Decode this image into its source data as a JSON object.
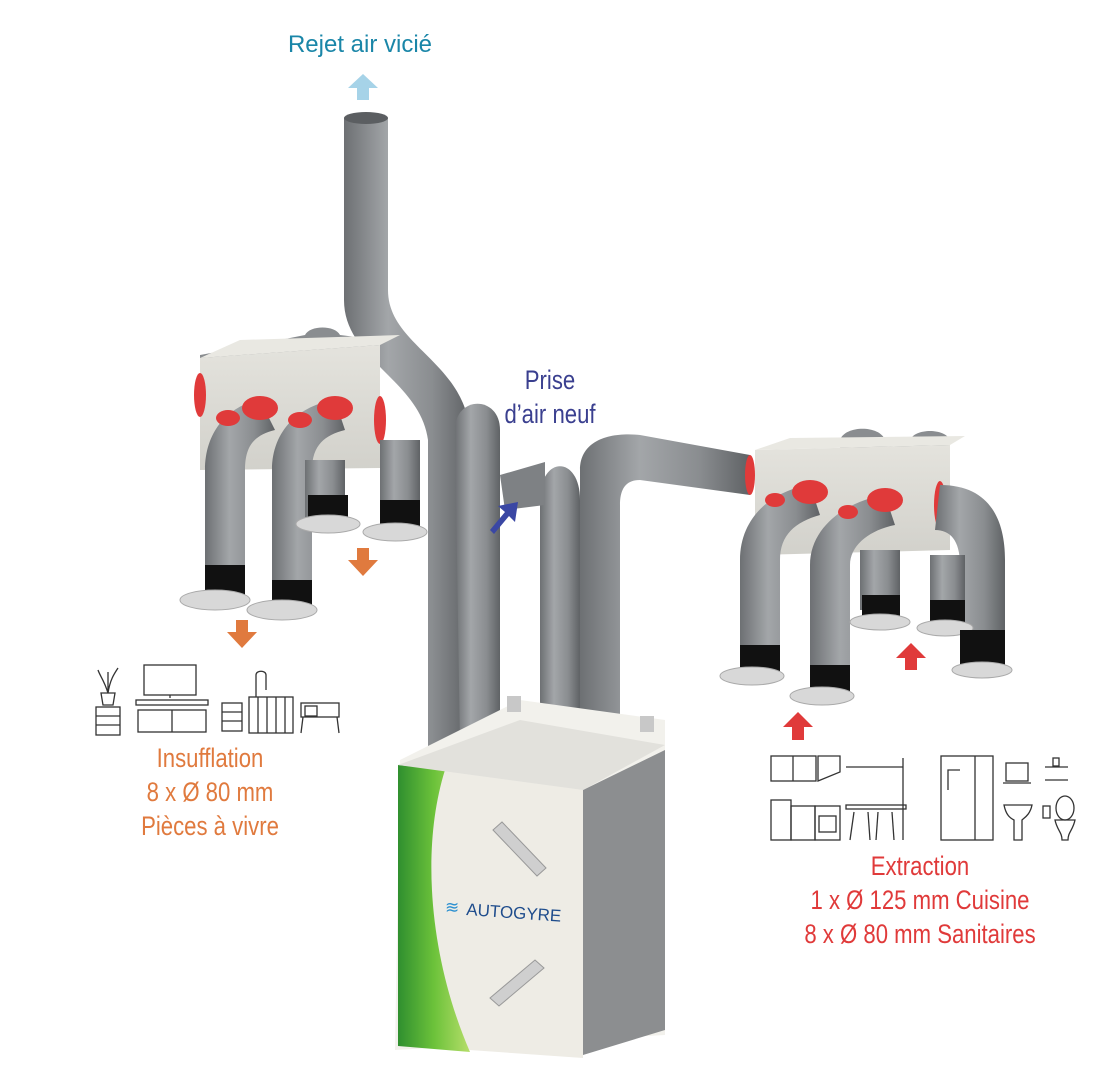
{
  "title": "Schéma d'installation VMC double flux",
  "brand": {
    "name": "AUTOGYRE",
    "color": "#1e4c8c",
    "icon": "swirl-logo-icon"
  },
  "colors": {
    "exhaust": "#a6d3e8",
    "fresh_air": "#3a47a4",
    "supply": "#e07a3e",
    "extraction": "#e03a3a",
    "duct": "#8a8d90",
    "unit_panel": "#efede6",
    "unit_side": "#8c8e90",
    "accent_green": "#4aa83a"
  },
  "labels": {
    "exhaust": {
      "text": "Rejet air vicié",
      "color": "#1a86a8",
      "arrow": "arrow-up-icon"
    },
    "fresh_air": {
      "line1": "Prise",
      "line2": "d’air neuf",
      "color": "#3a3f8f",
      "arrow": "arrow-diagonal-icon"
    },
    "supply": {
      "line1": "Insufflation",
      "line2": "8 x Ø 80 mm",
      "line3": "Pièces à vivre",
      "color": "#e07a3e",
      "arrow": "arrow-down-icon",
      "icons": [
        "plant-on-drawer-icon",
        "tv-stand-icon",
        "nightstand-icon",
        "crib-icon",
        "bench-icon"
      ]
    },
    "extraction": {
      "line1": "Extraction",
      "line2": "1 x Ø 125 mm Cuisine",
      "line3": "8 x Ø 80 mm Sanitaires",
      "color": "#e03a3a",
      "arrow": "arrow-up-icon",
      "icons": [
        "kitchen-icon",
        "shower-icon",
        "sink-mirror-icon",
        "toilet-shelf-icon"
      ]
    }
  }
}
